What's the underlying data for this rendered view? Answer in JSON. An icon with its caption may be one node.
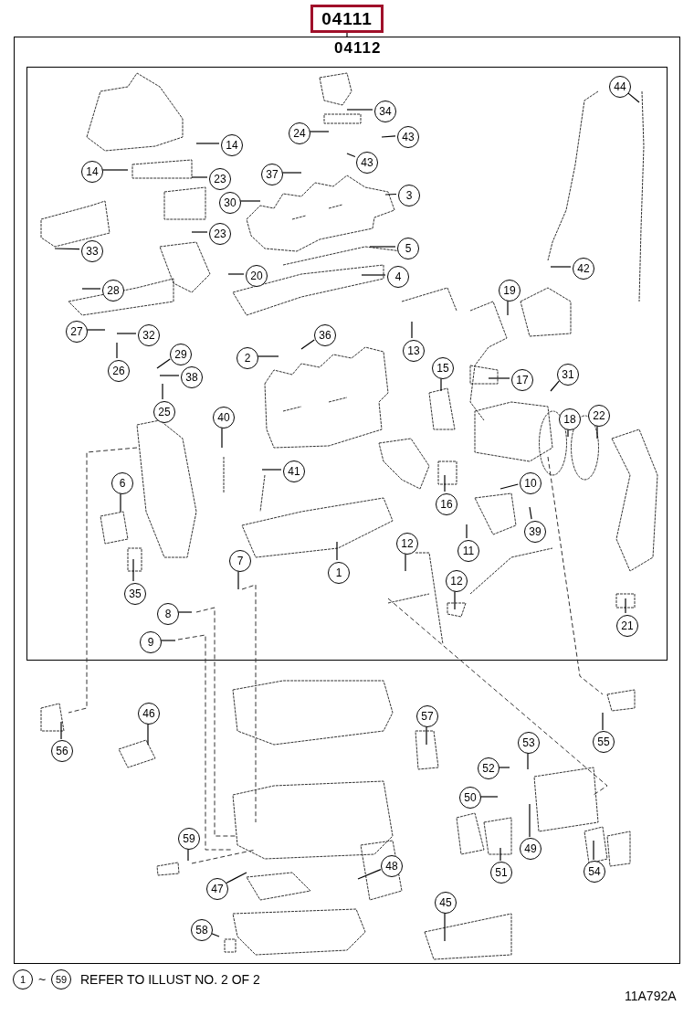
{
  "diagram": {
    "nodes": [
      {
        "text": [
          "04111"
        ]
      },
      {
        "text": [
          "04112"
        ]
      },
      {
        "text": [],
        "shape": "box",
        "in": 1
      },
      {
        "text": [
          "14"
        ],
        "in": 2
      },
      {
        "text": [
          "14"
        ],
        "in": 2
      },
      {
        "text": [
          "23"
        ],
        "in": 2
      },
      {
        "text": [
          "23"
        ],
        "in": 2
      },
      {
        "text": [
          "30"
        ],
        "in": 2
      },
      {
        "text": [
          "33"
        ],
        "in": 2
      },
      {
        "text": [
          "28"
        ],
        "in": 2
      },
      {
        "text": [
          "20"
        ],
        "in": 2
      },
      {
        "text": [
          "27"
        ],
        "in": 2
      },
      {
        "text": [
          "32"
        ],
        "in": 2
      },
      {
        "text": [
          "26"
        ],
        "in": 2
      },
      {
        "text": [
          "29"
        ],
        "in": 2
      },
      {
        "text": [
          "38"
        ],
        "in": 2
      },
      {
        "text": [
          "25"
        ],
        "in": 2
      },
      {
        "text": [
          "24"
        ],
        "in": 2
      },
      {
        "text": [
          "34"
        ],
        "in": 2
      },
      {
        "text": [
          "43"
        ],
        "in": 2
      },
      {
        "text": [
          "43"
        ],
        "in": 2
      },
      {
        "text": [
          "37"
        ],
        "in": 2
      },
      {
        "text": [
          "3"
        ],
        "in": 2
      },
      {
        "text": [
          "5"
        ],
        "in": 2
      },
      {
        "text": [
          "4"
        ],
        "in": 2
      },
      {
        "text": [
          "2"
        ],
        "in": 2
      },
      {
        "text": [
          "36"
        ],
        "in": 2
      },
      {
        "text": [
          "44"
        ],
        "in": 2
      },
      {
        "text": [
          "42"
        ],
        "in": 2
      },
      {
        "text": [
          "19"
        ],
        "in": 2
      },
      {
        "text": [
          "13"
        ],
        "in": 2
      },
      {
        "text": [
          "15"
        ],
        "in": 2
      },
      {
        "text": [
          "17"
        ],
        "in": 2
      },
      {
        "text": [
          "31"
        ],
        "in": 2
      },
      {
        "text": [
          "18"
        ],
        "in": 2
      },
      {
        "text": [
          "22"
        ],
        "in": 2
      },
      {
        "text": [
          "40"
        ],
        "in": 2
      },
      {
        "text": [
          "41"
        ],
        "in": 2
      },
      {
        "text": [
          "6"
        ],
        "in": 2
      },
      {
        "text": [
          "35"
        ],
        "in": 2
      },
      {
        "text": [
          "7"
        ],
        "in": 2
      },
      {
        "text": [
          "8"
        ],
        "in": 2
      },
      {
        "text": [
          "9"
        ],
        "in": 2
      },
      {
        "text": [
          "1"
        ],
        "in": 2
      },
      {
        "text": [
          "10"
        ],
        "in": 2
      },
      {
        "text": [
          "39"
        ],
        "in": 2
      },
      {
        "text": [
          "11"
        ],
        "in": 2
      },
      {
        "text": [
          "12"
        ],
        "in": 2
      },
      {
        "text": [
          "12"
        ],
        "in": 2
      },
      {
        "text": [
          "16"
        ],
        "in": 2
      },
      {
        "text": [
          "21"
        ],
        "in": 2
      },
      {
        "text": [
          "56"
        ],
        "in": 1
      },
      {
        "text": [
          "46"
        ],
        "in": 1
      },
      {
        "text": [
          "57"
        ],
        "in": 1
      },
      {
        "text": [
          "52"
        ],
        "in": 1
      },
      {
        "text": [
          "53"
        ],
        "in": 1
      },
      {
        "text": [
          "50"
        ],
        "in": 1
      },
      {
        "text": [
          "49"
        ],
        "in": 1
      },
      {
        "text": [
          "51"
        ],
        "in": 1
      },
      {
        "text": [
          "54"
        ],
        "in": 1
      },
      {
        "text": [
          "55"
        ],
        "in": 1
      },
      {
        "text": [
          "59"
        ],
        "in": 1
      },
      {
        "text": [
          "47"
        ],
        "in": 1
      },
      {
        "text": [
          "48"
        ],
        "in": 1
      },
      {
        "text": [
          "45"
        ],
        "in": 1
      },
      {
        "text": [
          "58"
        ],
        "in": 1
      },
      {
        "text": [
          "1"
        ]
      },
      {
        "text": [
          "59"
        ]
      }
    ],
    "edges": [
      {
        "from": 0,
        "to": 1,
        "arrow": "none"
      },
      {
        "from": 3,
        "to": null,
        "arrow": "none"
      },
      {
        "from": 4,
        "to": null,
        "arrow": "none"
      },
      {
        "from": 5,
        "to": null,
        "arrow": "none"
      },
      {
        "from": 6,
        "to": null,
        "arrow": "none"
      },
      {
        "from": 7,
        "to": null,
        "arrow": "none"
      },
      {
        "from": 8,
        "to": null,
        "arrow": "none"
      },
      {
        "from": 9,
        "to": null,
        "arrow": "none"
      },
      {
        "from": 10,
        "to": null,
        "arrow": "none"
      },
      {
        "from": 11,
        "to": null,
        "arrow": "none"
      },
      {
        "from": 12,
        "to": null,
        "arrow": "none"
      },
      {
        "from": 13,
        "to": null,
        "arrow": "none"
      },
      {
        "from": 14,
        "to": null,
        "arrow": "none"
      },
      {
        "from": 15,
        "to": null,
        "arrow": "none"
      },
      {
        "from": 16,
        "to": null,
        "arrow": "none"
      },
      {
        "from": 17,
        "to": null,
        "arrow": "none"
      },
      {
        "from": 18,
        "to": null,
        "arrow": "none"
      },
      {
        "from": 19,
        "to": null,
        "arrow": "none"
      },
      {
        "from": 20,
        "to": null,
        "arrow": "none"
      },
      {
        "from": 21,
        "to": null,
        "arrow": "none"
      },
      {
        "from": 22,
        "to": null,
        "arrow": "none"
      },
      {
        "from": 23,
        "to": null,
        "arrow": "none"
      },
      {
        "from": 24,
        "to": null,
        "arrow": "none"
      },
      {
        "from": 25,
        "to": null,
        "arrow": "none"
      },
      {
        "from": 26,
        "to": null,
        "arrow": "none"
      },
      {
        "from": 27,
        "to": null,
        "arrow": "none"
      },
      {
        "from": 28,
        "to": null,
        "arrow": "none"
      },
      {
        "from": 29,
        "to": null,
        "arrow": "none"
      },
      {
        "from": 30,
        "to": null,
        "arrow": "none"
      },
      {
        "from": 31,
        "to": null,
        "arrow": "none"
      },
      {
        "from": 32,
        "to": null,
        "arrow": "none"
      },
      {
        "from": 33,
        "to": null,
        "arrow": "none"
      },
      {
        "from": 34,
        "to": null,
        "arrow": "none"
      },
      {
        "from": 35,
        "to": null,
        "arrow": "none"
      },
      {
        "from": 36,
        "to": null,
        "arrow": "none"
      },
      {
        "from": 37,
        "to": null,
        "arrow": "none"
      },
      {
        "from": 38,
        "to": null,
        "arrow": "none"
      },
      {
        "from": 39,
        "to": null,
        "arrow": "none"
      },
      {
        "from": 40,
        "to": null,
        "arrow": "none"
      },
      {
        "from": 41,
        "to": null,
        "arrow": "none"
      },
      {
        "from": 42,
        "to": null,
        "arrow": "none"
      },
      {
        "from": 43,
        "to": null,
        "arrow": "none"
      },
      {
        "from": 44,
        "to": null,
        "arrow": "none"
      },
      {
        "from": 45,
        "to": null,
        "arrow": "none"
      },
      {
        "from": 46,
        "to": null,
        "arrow": "none"
      },
      {
        "from": 47,
        "to": null,
        "arrow": "none"
      },
      {
        "from": 48,
        "to": null,
        "arrow": "none"
      },
      {
        "from": 49,
        "to": null,
        "arrow": "none"
      },
      {
        "from": 50,
        "to": null,
        "arrow": "none"
      },
      {
        "from": 51,
        "to": null,
        "arrow": "none"
      },
      {
        "from": 52,
        "to": null,
        "arrow": "none"
      },
      {
        "from": 53,
        "to": null,
        "arrow": "none"
      },
      {
        "from": 54,
        "to": null,
        "arrow": "none"
      },
      {
        "from": 55,
        "to": null,
        "arrow": "none"
      },
      {
        "from": 56,
        "to": null,
        "arrow": "none"
      },
      {
        "from": 57,
        "to": null,
        "arrow": "none"
      },
      {
        "from": 58,
        "to": null,
        "arrow": "none"
      },
      {
        "from": 59,
        "to": null,
        "arrow": "none"
      },
      {
        "from": 60,
        "to": null,
        "arrow": "none"
      },
      {
        "from": 61,
        "to": null,
        "arrow": "none"
      },
      {
        "from": 62,
        "to": null,
        "arrow": "none"
      },
      {
        "from": 63,
        "to": null,
        "arrow": "none"
      },
      {
        "from": 64,
        "to": null,
        "arrow": "none"
      },
      {
        "from": 65,
        "to": null,
        "arrow": "none"
      }
    ],
    "labels": [
      "~",
      "REFER TO ILLUST NO. 2 OF 2",
      "11A792A"
    ]
  }
}
